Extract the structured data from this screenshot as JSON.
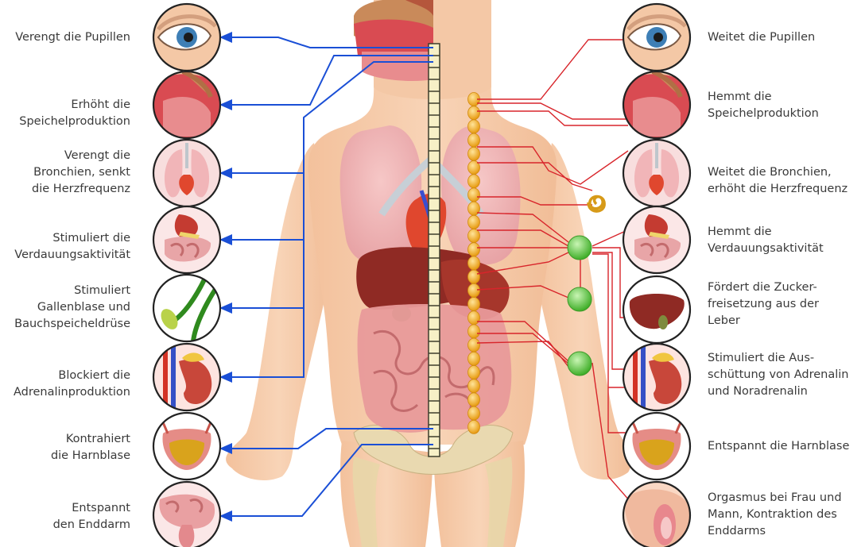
{
  "left_labels": [
    "Verengt die Pupillen",
    "Erhöht die\nSpeichelproduktion",
    "Verengt die\nBronchien, senkt\ndie Herzfrequenz",
    "Stimuliert die\nVerdauungsaktivität",
    "Stimuliert\nGallenblase und\nBauchspeicheldrüse",
    "Blockiert die\nAdrenalinproduktion",
    "Kontrahiert\ndie Harnblase",
    "Entspannt\nden Enddarm"
  ],
  "right_labels": [
    "Weitet die Pupillen",
    "Hemmt die\nSpeichelproduktion",
    "Weitet die Bronchien,\nerhöht die Herzfrequenz",
    "Hemmt die\nVerdauungsaktivität",
    "Fördert die Zucker-\nfreisetzung aus der\nLeber",
    "Stimuliert die Aus-\nschüttung von Adrenalin\nund Noradrenalin",
    "Entspannt die Harnblase",
    "Orgasmus bei Frau und\nMann, Kontraktion des\nEnddarms"
  ],
  "colors": {
    "parasympathetic": "#1a4fd6",
    "sympathetic": "#d8252b",
    "ganglion": "#6fd34a",
    "sympathetic_chain": "#f3b12b",
    "skin": "#f6ccab"
  },
  "organ_icons": [
    "eye-icon",
    "salivary-gland-icon",
    "lungs-heart-icon",
    "digestive-tract-icon",
    "gallbladder-pancreas-icon",
    "kidney-adrenal-icon",
    "bladder-icon",
    "rectum-icon",
    "liver-icon",
    "genitals-icon"
  ]
}
